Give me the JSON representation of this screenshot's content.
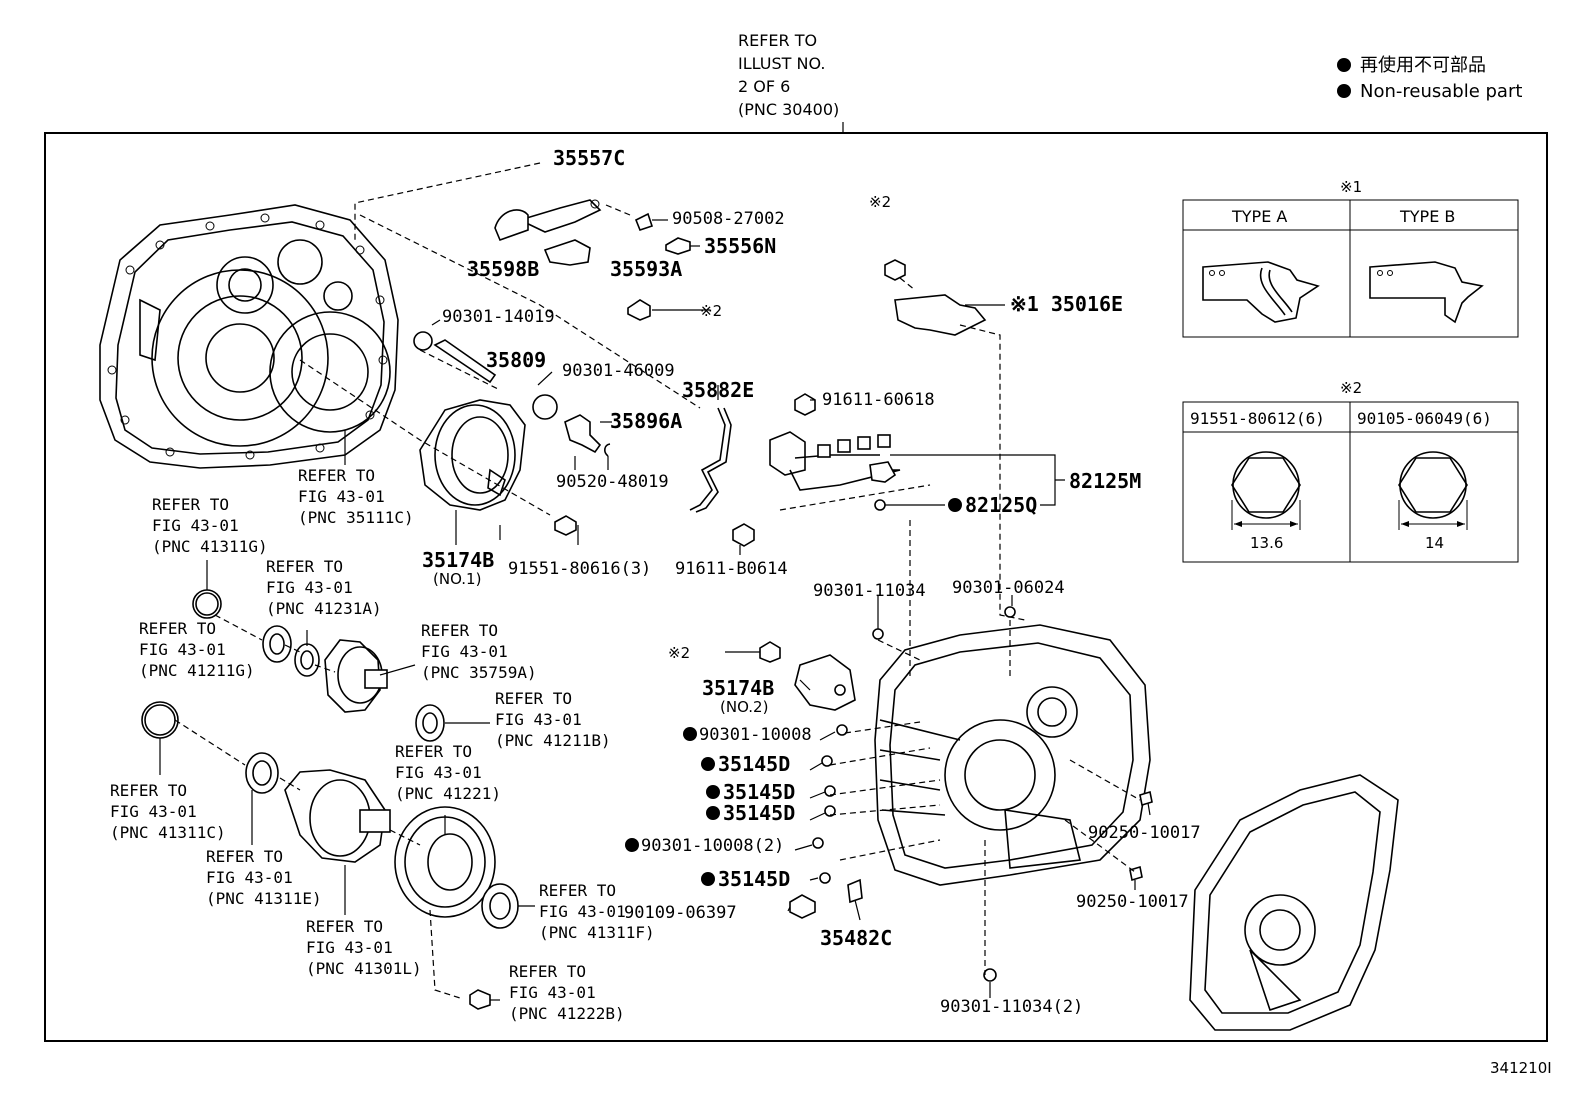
{
  "header_ref": {
    "lines": [
      "REFER TO",
      "ILLUST NO.",
      "2 OF 6",
      "(PNC 30400)"
    ]
  },
  "legend": {
    "jp": "再使用不可部品",
    "en": "Non-reusable part"
  },
  "note1": {
    "mark": "※1",
    "type_a": "TYPE A",
    "type_b": "TYPE B"
  },
  "note2": {
    "mark": "※2",
    "col1": "91551-80612(6)",
    "col2": "90105-06049(6)",
    "dim1": "13.6",
    "dim2": "14"
  },
  "labels": {
    "p35557C": "35557C",
    "p90508": "90508-27002",
    "p35556N": "35556N",
    "p35598B": "35598B",
    "p35593A": "35593A",
    "mark2a": "※2",
    "p90301_14019": "90301-14019",
    "p35809": "35809",
    "p90301_46009": "90301-46009",
    "p35882E": "35882E",
    "p35896A": "35896A",
    "p90520": "90520-48019",
    "p91611_60618": "91611-60618",
    "mark2b": "※2",
    "p35016E": "※1 35016E",
    "p82125M": "82125M",
    "p82125Q": "82125Q",
    "p35174B1": "35174B",
    "p35174B1n": "(NO.1)",
    "p91551_80616": "91551-80616(3)",
    "p91611_B0614": "91611-B0614",
    "p90301_11034a": "90301-11034",
    "p90301_06024": "90301-06024",
    "mark2c": "※2",
    "p35174B2": "35174B",
    "p35174B2n": "(NO.2)",
    "p90301_10008a": "90301-10008",
    "p35145D_1": "35145D",
    "p35145D_2": "35145D",
    "p35145D_3": "35145D",
    "p90301_10008b": "90301-10008(2)",
    "p35145D_4": "35145D",
    "p90109": "90109-06397",
    "p35482C": "35482C",
    "p90250a": "90250-10017",
    "p90250b": "90250-10017",
    "p90301_11034b": "90301-11034(2)"
  },
  "refs": {
    "r35111C": [
      "REFER TO",
      "FIG 43-01",
      "(PNC 35111C)"
    ],
    "r41311G": [
      "REFER TO",
      "FIG 43-01",
      "(PNC 41311G)"
    ],
    "r41231A": [
      "REFER TO",
      "FIG 43-01",
      "(PNC 41231A)"
    ],
    "r41211G": [
      "REFER TO",
      "FIG 43-01",
      "(PNC 41211G)"
    ],
    "r35759A": [
      "REFER TO",
      "FIG 43-01",
      "(PNC 35759A)"
    ],
    "r41211B": [
      "REFER TO",
      "FIG 43-01",
      "(PNC 41211B)"
    ],
    "r41221": [
      "REFER TO",
      "FIG 43-01",
      "(PNC 41221)"
    ],
    "r41311C": [
      "REFER TO",
      "FIG 43-01",
      "(PNC 41311C)"
    ],
    "r41311E": [
      "REFER TO",
      "FIG 43-01",
      "(PNC 41311E)"
    ],
    "r41301L": [
      "REFER TO",
      "FIG 43-01",
      "(PNC 41301L)"
    ],
    "r41311F": [
      "REFER TO",
      "FIG 43-01",
      "(PNC 41311F)"
    ],
    "r41222B": [
      "REFER TO",
      "FIG 43-01",
      "(PNC 41222B)"
    ]
  },
  "figure_id": "341210I"
}
